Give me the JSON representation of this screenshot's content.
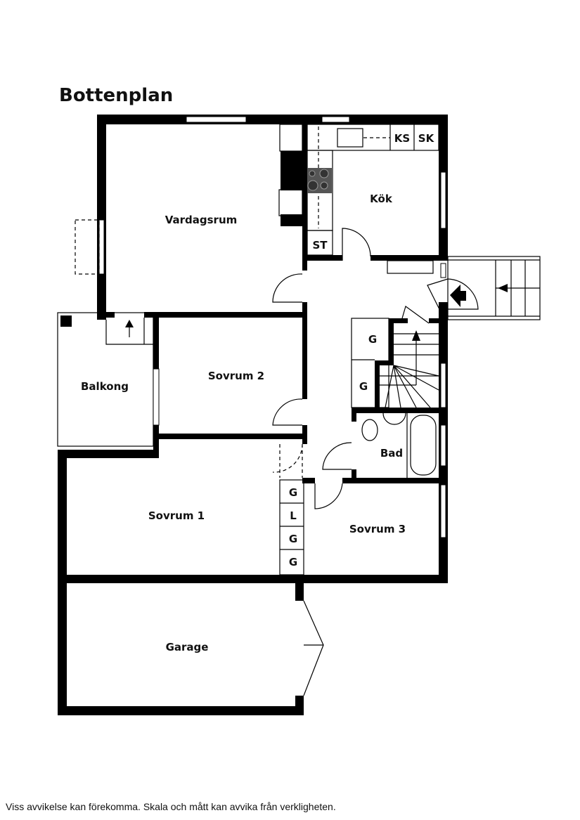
{
  "title": "Bottenplan",
  "rooms": {
    "vardagsrum": "Vardagsrum",
    "kok": "Kök",
    "balkong": "Balkong",
    "sovrum2": "Sovrum 2",
    "sovrum1": "Sovrum 1",
    "sovrum3": "Sovrum 3",
    "bad": "Bad",
    "garage": "Garage"
  },
  "fixtures": {
    "ks": "KS",
    "sk": "SK",
    "st": "ST",
    "closet_g1": "G",
    "closet_g2": "G",
    "storage": [
      "G",
      "L",
      "G",
      "G"
    ]
  },
  "disclaimer": "Viss avvikelse kan förekomma. Skala och mått kan avvika från verkligheten."
}
